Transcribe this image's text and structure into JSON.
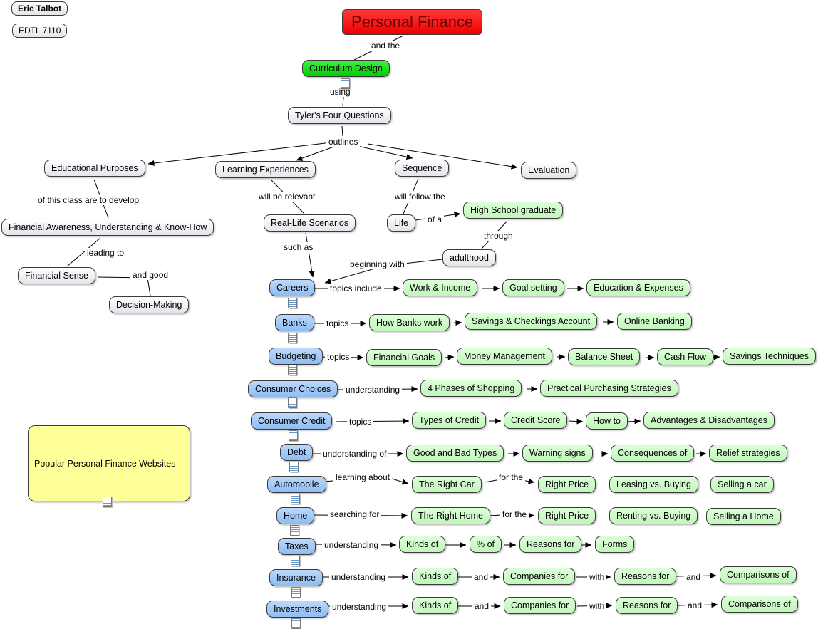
{
  "window": {
    "author_label": "Eric Talbot",
    "course_label": "EDTL 7110"
  },
  "map": {
    "title": "Personal Finance",
    "nodes": {
      "curriculum_design": "Curriculum Design",
      "tylers_four_questions": "Tyler's Four Questions",
      "educational_purposes": "Educational Purposes",
      "learning_experiences": "Learning Experiences",
      "sequence": "Sequence",
      "evaluation": "Evaluation",
      "financial_awareness": "Financial Awareness, Understanding & Know-How",
      "financial_sense": "Financial Sense",
      "decision_making": "Decision-Making",
      "real_life_scenarios": "Real-Life Scenarios",
      "life": "Life",
      "high_school_graduate": "High School graduate",
      "adulthood": "adulthood",
      "careers": "Careers",
      "work_income": "Work & Income",
      "goal_setting": "Goal setting",
      "education_expenses": "Education & Expenses",
      "banks": "Banks",
      "how_banks_work": "How Banks work",
      "savings_checkings_account": "Savings & Checkings Account",
      "online_banking": "Online Banking",
      "budgeting": "Budgeting",
      "financial_goals": "Financial Goals",
      "money_management": "Money Management",
      "balance_sheet": "Balance Sheet",
      "cash_flow": "Cash Flow",
      "savings_techniques": "Savings Techniques",
      "consumer_choices": "Consumer Choices",
      "four_phases_of_shopping": "4 Phases of Shopping",
      "practical_purchasing_strategies": "Practical Purchasing Strategies",
      "consumer_credit": "Consumer Credit",
      "types_of_credit": "Types of Credit",
      "credit_score": "Credit Score",
      "how_to": "How to",
      "advantages_disadvantages": "Advantages & Disadvantages",
      "debt": "Debt",
      "good_and_bad_types": "Good and Bad Types",
      "warning_signs": "Warning signs",
      "consequences_of": "Consequences of",
      "relief_strategies": "Relief strategies",
      "automobile": "Automobile",
      "the_right_car": "The Right Car",
      "right_price": "Right Price",
      "leasing_vs_buying": "Leasing vs. Buying",
      "selling_a_car": "Selling a car",
      "home": "Home",
      "the_right_home": "The Right Home",
      "renting_vs_buying": "Renting vs. Buying",
      "selling_a_home": "Selling a Home",
      "taxes": "Taxes",
      "kinds_of": "Kinds of",
      "percent_of": "% of",
      "reasons_for": "Reasons for",
      "forms": "Forms",
      "insurance": "Insurance",
      "companies_for": "Companies for",
      "comparisons_of": "Comparisons of",
      "investments": "Investments",
      "websites_note": "Popular Personal Finance Websites"
    },
    "links": {
      "and_the": "and the",
      "using": "using",
      "outlines": "outlines",
      "develop": "of this class are to develop",
      "leading_to": "leading to",
      "and_good": "and good",
      "will_be_relevant": "will be relevant",
      "such_as": "such as",
      "beginning_with": "beginning with",
      "will_follow_the": "will follow the",
      "of_a": "of a",
      "through": "through",
      "topics_include": "topics include",
      "topics": "topics",
      "understanding": "understanding",
      "understanding_of": "understanding of",
      "learning_about": "learning about",
      "for_the": "for the",
      "searching_for": "searching for",
      "and": "and",
      "with": "with"
    }
  },
  "colors": {
    "title_bg": "#ee0000",
    "topic_bg": "#00cc00",
    "category_bg": "#99ccff",
    "detail_bg": "#ccffcc",
    "note_bg": "#ffff99"
  }
}
